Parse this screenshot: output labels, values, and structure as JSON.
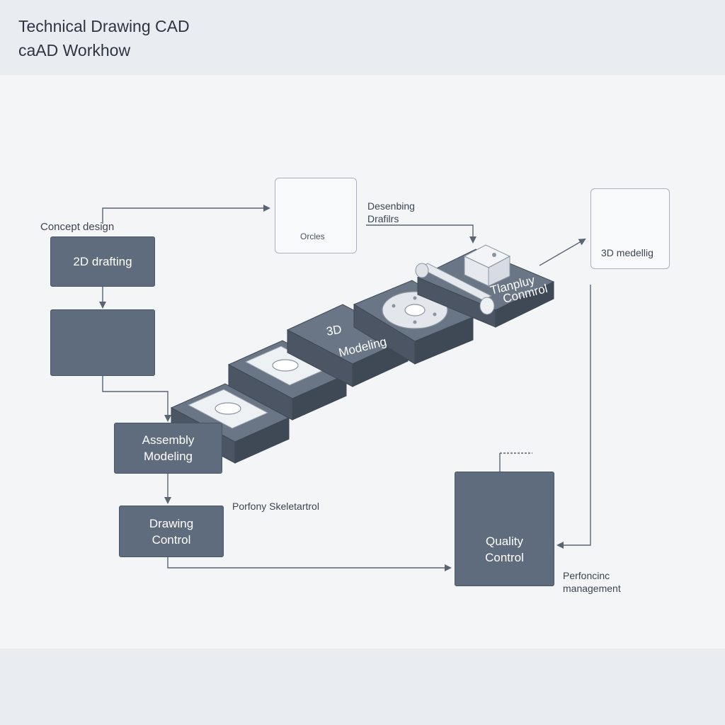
{
  "header": {
    "title_line1": "Technical Drawing CAD",
    "title_line2": "caAD Workhow"
  },
  "labels": {
    "concept_design": "Concept design",
    "describing": "Desenbing",
    "drafting": "Drafilrs",
    "circles": "Orcles",
    "modelling_3d": "3D medellig",
    "portony": "Porfony Skeletartrol",
    "performing": "Perfoncinc",
    "management": "management"
  },
  "boxes": {
    "drafting_2d": "2D drafting",
    "assembly_line1": "Assembly",
    "assembly_line2": "Modeling",
    "drawing_line1": "Drawing",
    "drawing_line2": "Control",
    "quality_line1": "Quality",
    "quality_line2": "Control"
  },
  "slabs": {
    "modelling_line1": "3D",
    "modelling_line2": "Modeling",
    "tooling_line1": "Tlanpluy",
    "tooling_line2": "Conmrol"
  },
  "colors": {
    "box_fill": "#5f6c7d",
    "line": "#5a6472",
    "slab_top": "#6a7686",
    "slab_side": "#4b5563",
    "header_bg": "#e9ecf0",
    "page_bg": "#f3f5f7"
  }
}
